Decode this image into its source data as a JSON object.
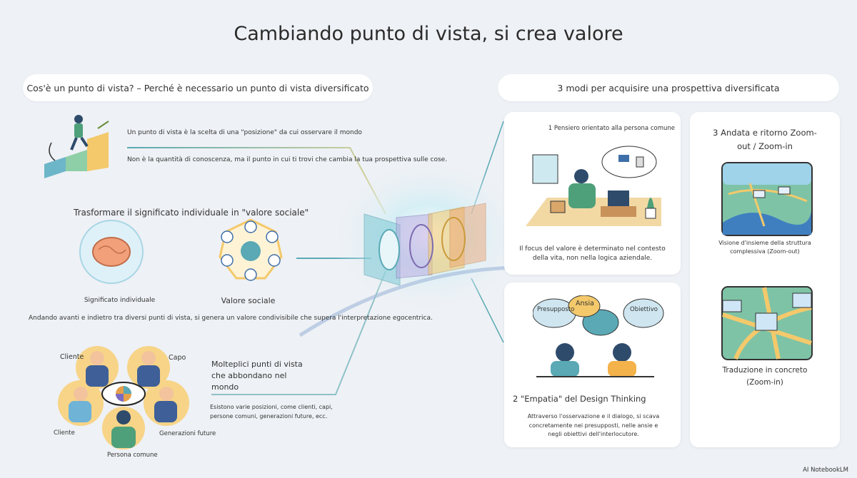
{
  "title": "Cambiando punto di vista, si crea valore",
  "left": {
    "header": "Cos'è un punto di vista? – Perché è necessario un punto di vista diversificato",
    "definition": "Un punto di vista è la scelta di una \"posizione\" da cui osservare il mondo",
    "definition_detail": "Non è la quantità di conoscenza, ma il punto in cui ti trovi che cambia la tua prospettiva sulle cose.",
    "transform_heading": "Trasformare il significato individuale in \"valore sociale\"",
    "individual_label": "Significato individuale",
    "social_label": "Valore sociale",
    "transform_text": "Andando avanti e indietro tra diversi punti di vista, si genera un valore condivisibile che supera l'interpretazione egocentrica.",
    "people": [
      "Cliente",
      "Capo",
      "Cliente",
      "Generazioni future",
      "Persona comune"
    ],
    "multi_heading": "Molteplici punti di vista che abbondano nel mondo",
    "multi_text": "Esistono varie posizioni, come clienti, capi, persone comuni, generazioni future, ecc."
  },
  "right": {
    "header": "3 modi per acquisire una prospettiva diversificata",
    "card1": {
      "title": "1 Pensiero orientato alla persona comune",
      "text": "Il focus del valore è determinato nel contesto della vita, non nella logica aziendale."
    },
    "card2": {
      "bubbles": [
        "Presupposto",
        "Ansia",
        "Obiettivo"
      ],
      "title": "2 \"Empatia\" del Design Thinking",
      "text": "Attraverso l'osservazione e il dialogo, si scava concretamente nei presupposti, nelle ansie e negli obiettivi dell'interlocutore."
    },
    "card3": {
      "title": "3 Andata e ritorno Zoom-out / Zoom-in",
      "zoom_out": "Visione d'insieme della struttura complessiva (Zoom-out)",
      "zoom_in": "Traduzione in concreto (Zoom-in)"
    }
  },
  "footer": "AI NotebookLM",
  "colors": {
    "teal": "#5aa9b5",
    "yellow": "#f4c96b",
    "blue": "#3f6fa8",
    "green": "#6fbf8e"
  }
}
